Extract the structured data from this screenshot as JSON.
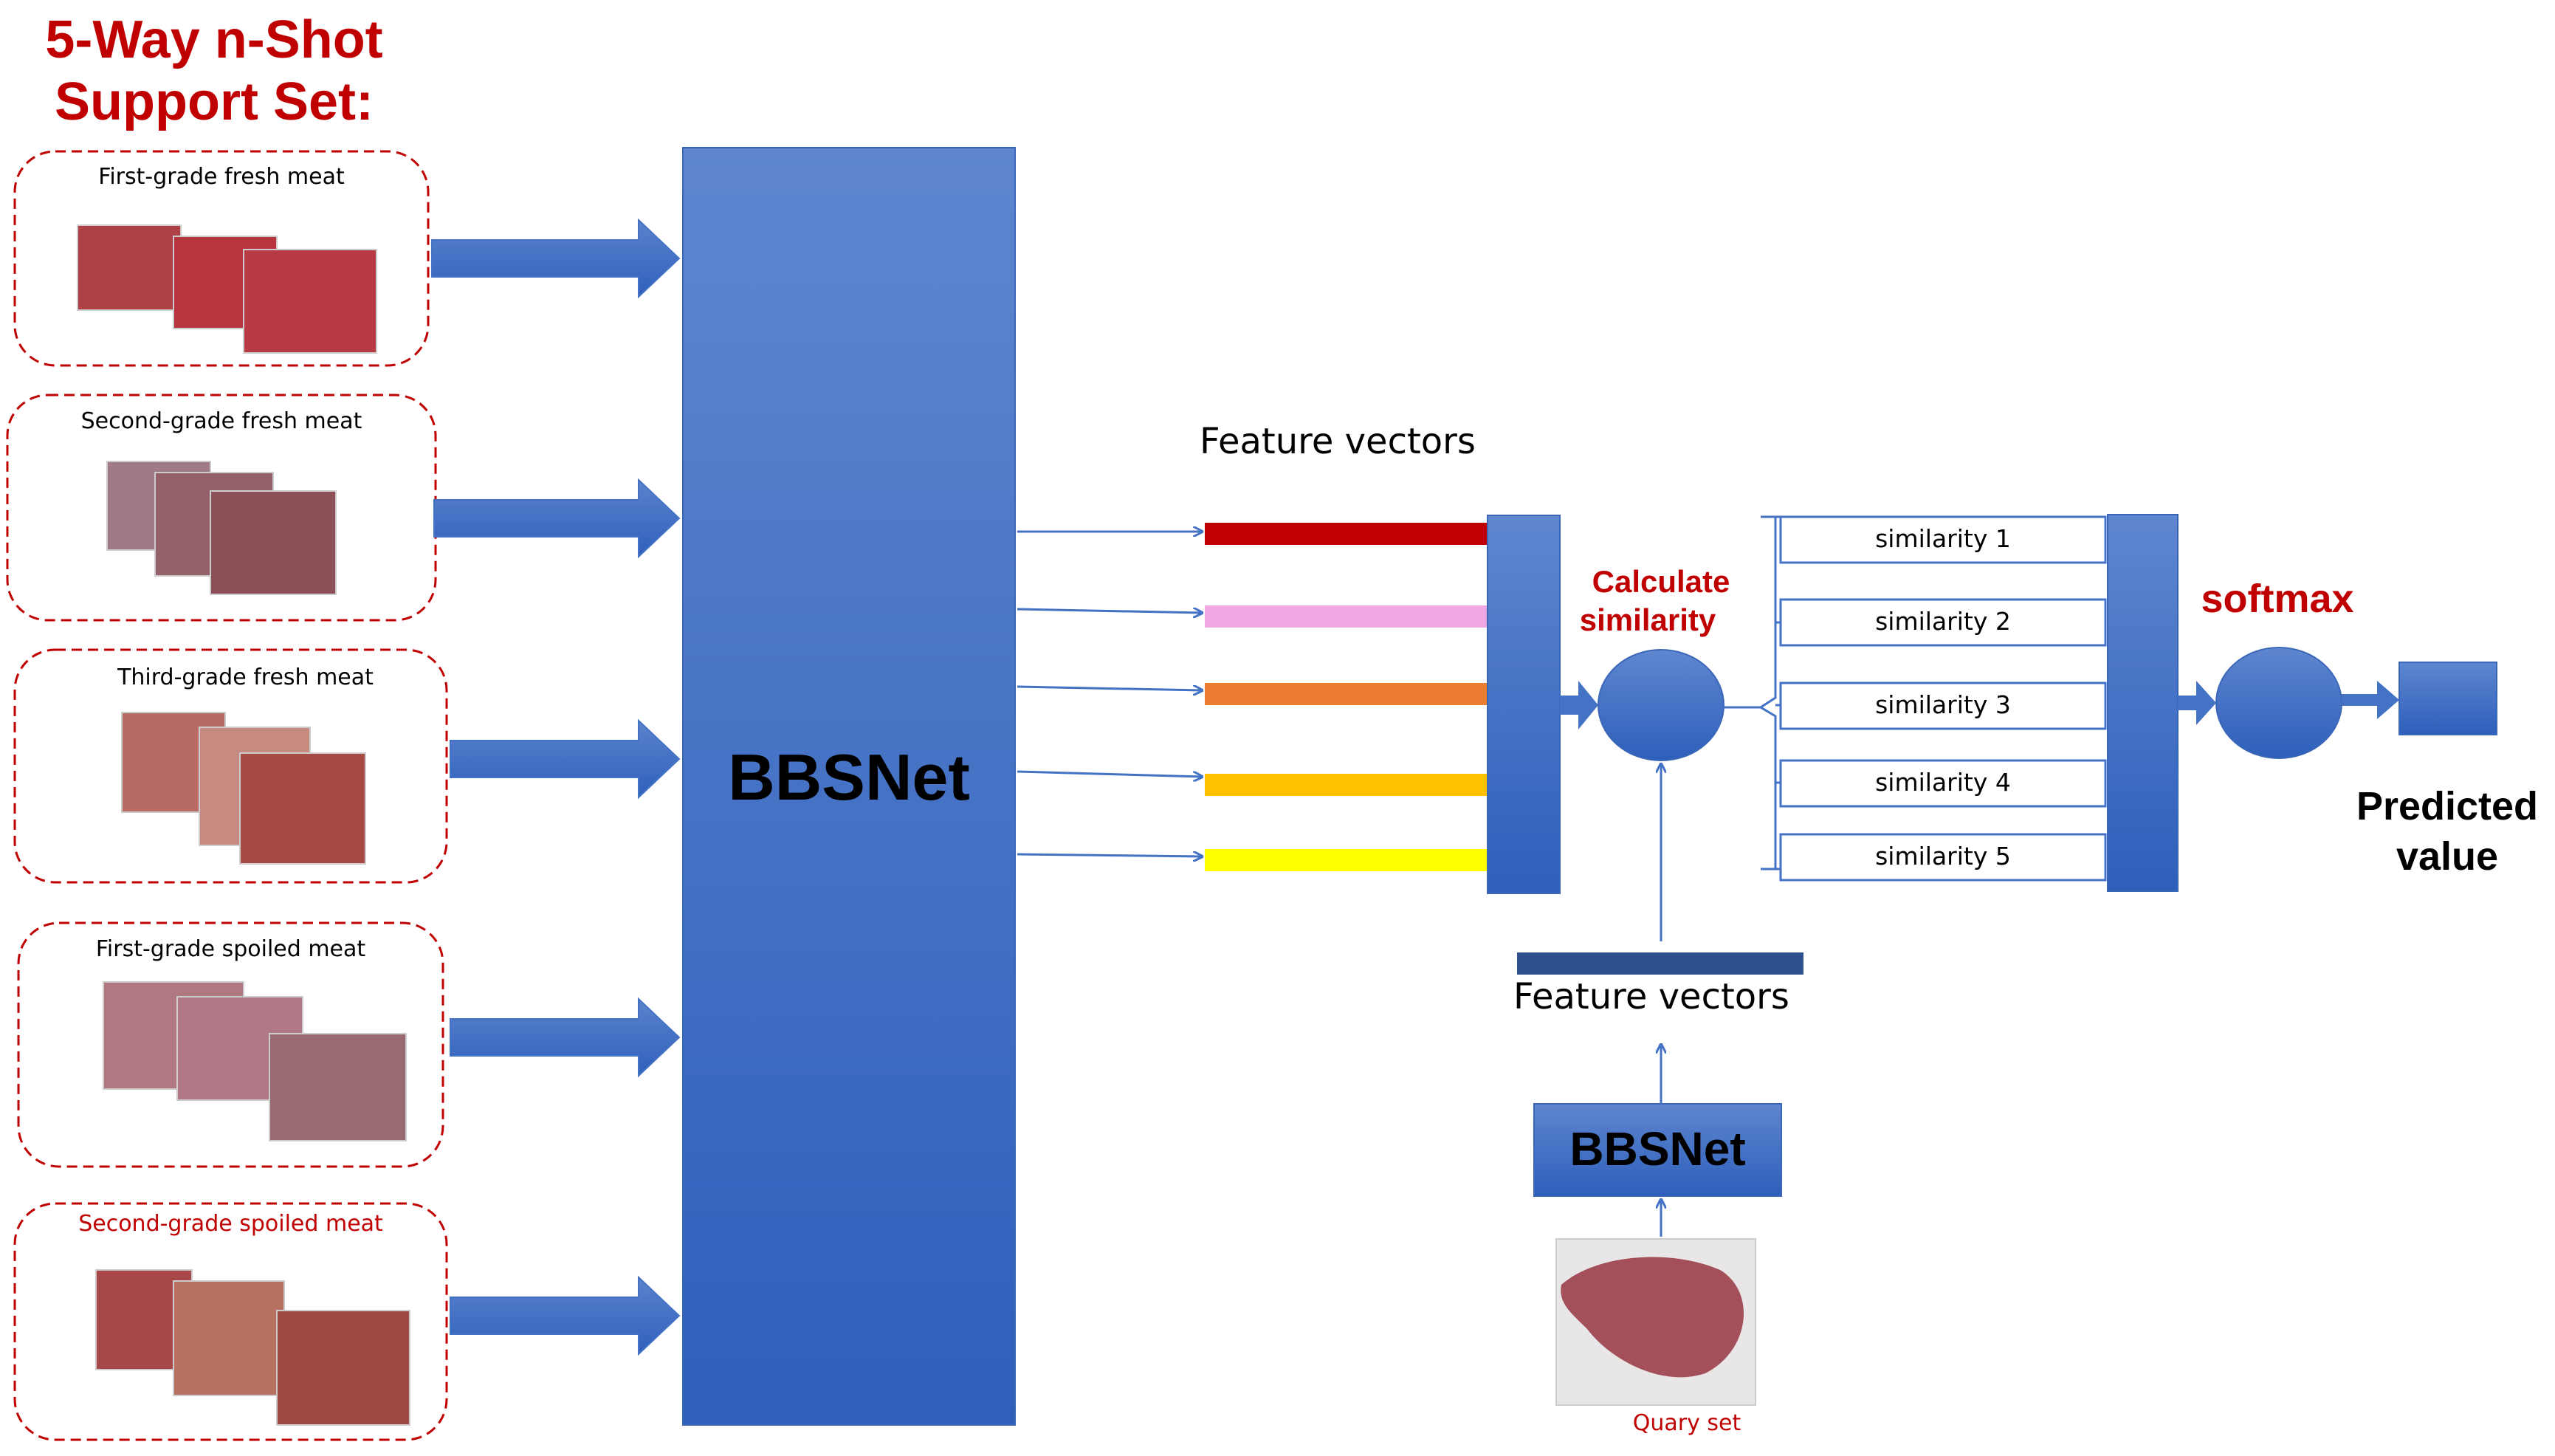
{
  "title_line1": "5-Way n-Shot",
  "title_line2": "Support Set:",
  "support_groups": [
    {
      "label": "First-grade fresh meat",
      "label_color": "#000000",
      "photo_colors": [
        "#b04048",
        "#b8343e",
        "#b83a44"
      ]
    },
    {
      "label": "Second-grade fresh meat",
      "label_color": "#000000",
      "photo_colors": [
        "#a07a84",
        "#94606a",
        "#8e5058"
      ]
    },
    {
      "label": "Third-grade fresh meat",
      "label_color": "#000000",
      "photo_colors": [
        "#b86a66",
        "#c68a80",
        "#a84a44"
      ]
    },
    {
      "label": "First-grade spoiled meat",
      "label_color": "#000000",
      "photo_colors": [
        "#b07880",
        "#b07884",
        "#9a6a72"
      ]
    },
    {
      "label": "Second-grade spoiled meat",
      "label_color": "#c00000",
      "photo_colors": [
        "#a84848",
        "#b87060",
        "#a04a46"
      ]
    }
  ],
  "encoder_label": "BBSNet",
  "feature_vectors_label": "Feature vectors",
  "feature_colors": [
    "#c00000",
    "#f0a8e4",
    "#ed7d31",
    "#ffc000",
    "#ffff00"
  ],
  "calc_label_line1": "Calculate",
  "calc_label_line2": "similarity",
  "query_feature_label": "Feature vectors",
  "query_encoder_label": "BBSNet",
  "query_label": "Quary set",
  "similarities": [
    "similarity 1",
    "similarity 2",
    "similarity 3",
    "similarity 4",
    "similarity 5"
  ],
  "softmax_label": "softmax",
  "predicted_line1": "Predicted",
  "predicted_line2": "value",
  "colors": {
    "accent_blue": "#4472c4",
    "dark_blue": "#2f528f",
    "title_red": "#c00000"
  }
}
